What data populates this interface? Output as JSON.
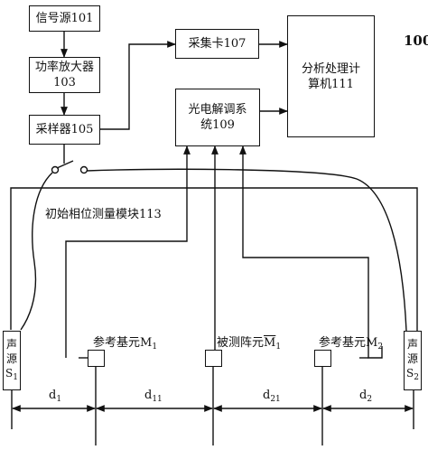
{
  "figure_ref": "100",
  "blocks": {
    "signal_source": "信号源101",
    "power_amp_line1": "功率放大器",
    "power_amp_line2": "103",
    "sampler": "采样器105",
    "capture_card": "采集卡107",
    "analysis_line1": "分析处理计",
    "analysis_line2": "算机111",
    "photo_line1": "光电解调系",
    "photo_line2": "统109"
  },
  "module_label": "初始相位测量模块113",
  "source_left": {
    "line1": "声",
    "line2": "源",
    "symbol": "S",
    "index": "1"
  },
  "source_right": {
    "line1": "声",
    "line2": "源",
    "symbol": "S",
    "index": "2"
  },
  "elements": {
    "ref_m1": {
      "text": "参考基元M",
      "index": "1"
    },
    "measured": {
      "text": "被测阵元",
      "symbol": "M",
      "index": "1"
    },
    "ref_m2": {
      "text": "参考基元M",
      "index": "2"
    }
  },
  "distances": {
    "d1": {
      "symbol": "d",
      "index": "1"
    },
    "d11": {
      "symbol": "d",
      "index": "11"
    },
    "d21": {
      "symbol": "d",
      "index": "21"
    },
    "d2": {
      "symbol": "d",
      "index": "2"
    }
  }
}
